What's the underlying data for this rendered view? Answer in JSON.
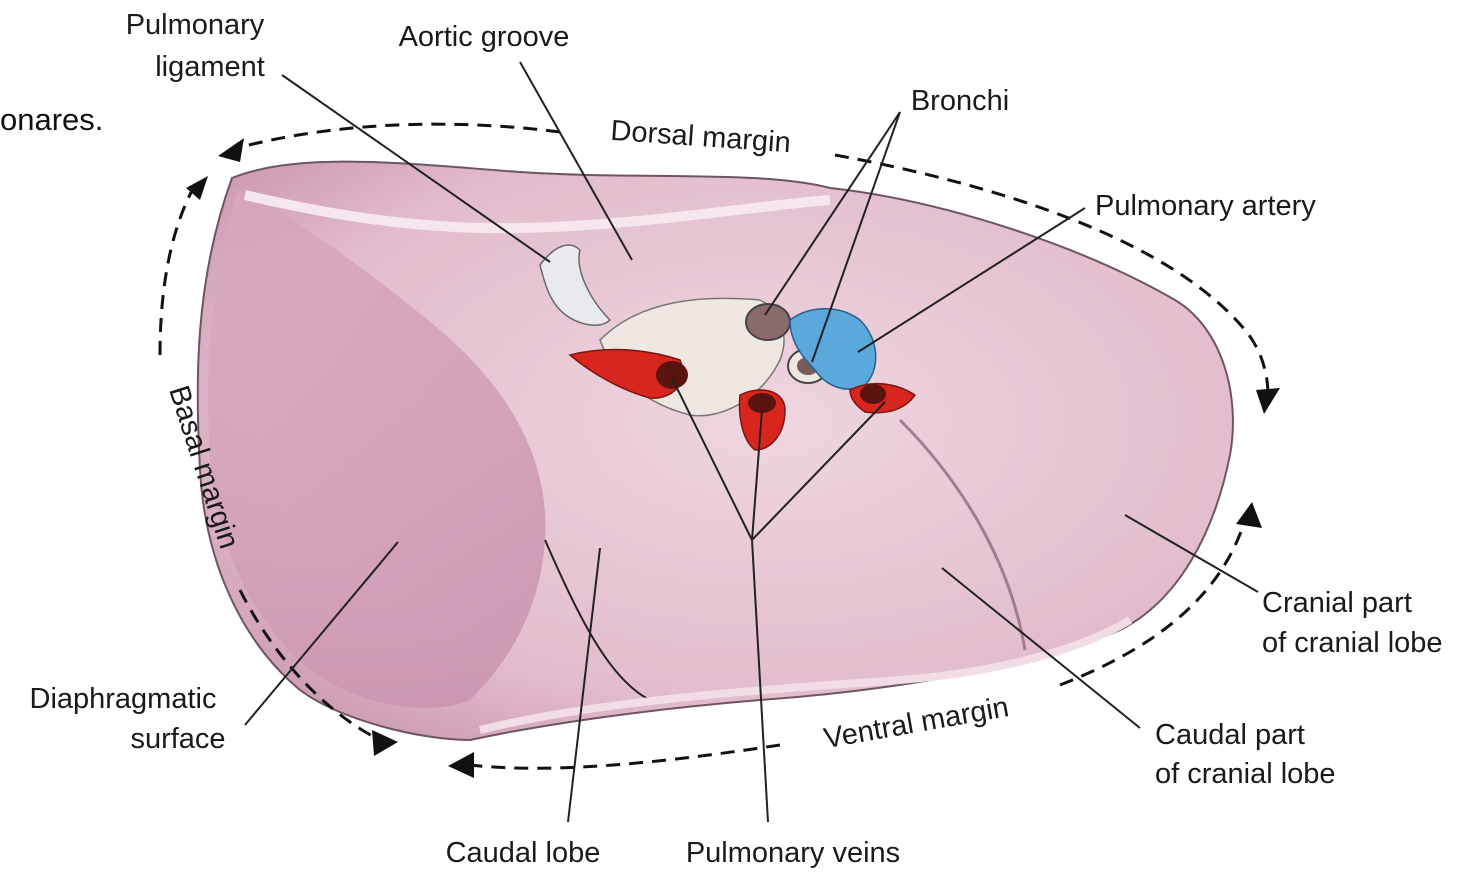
{
  "slide_fragment": "onares.",
  "figure": {
    "labels": {
      "pulmonary_ligament": [
        "Pulmonary",
        "ligament"
      ],
      "aortic_groove": "Aortic groove",
      "bronchi": "Bronchi",
      "dorsal_margin": "Dorsal margin",
      "pulmonary_artery": "Pulmonary artery",
      "basal_margin": "Basal margin",
      "cranial_part": [
        "Cranial part",
        "of cranial lobe"
      ],
      "diaphragmatic_surface": [
        "Diaphragmatic",
        "surface"
      ],
      "ventral_margin": "Ventral margin",
      "caudal_part": [
        "Caudal part",
        "of cranial lobe"
      ],
      "caudal_lobe": "Caudal lobe",
      "pulmonary_veins": "Pulmonary veins"
    },
    "colors": {
      "lung_surface": "#e7c6d3",
      "lung_shadow": "#c995ad",
      "lung_highlight": "#f6e6ee",
      "vein_red": "#d8261f",
      "artery_blue": "#5aa8dc",
      "bronchus_white": "#efe8e2",
      "ligament_white": "#e8eaee"
    }
  }
}
